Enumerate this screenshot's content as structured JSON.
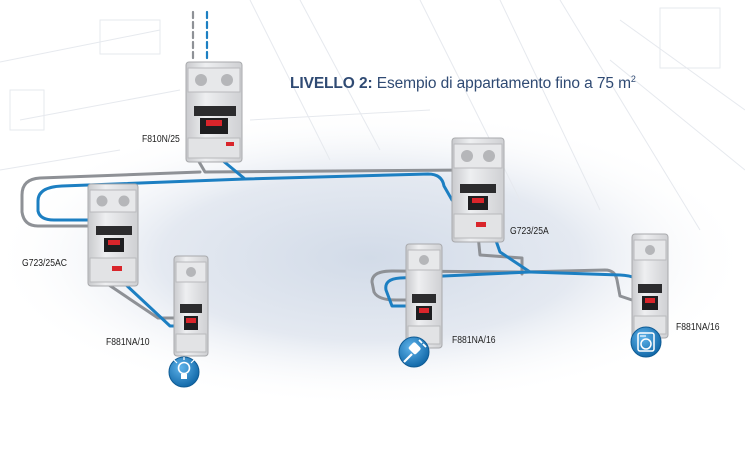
{
  "title": {
    "level": "LIVELLO 2:",
    "text": "Esempio di appartamento fino a 75 m",
    "sup": "2"
  },
  "devices": {
    "main_breaker": "F810N/25",
    "rcd_left": "G723/25AC",
    "rcd_right": "G723/25A",
    "mcb_light": "F881NA/10",
    "mcb_socket": "F881NA/16",
    "mcb_appliance": "F881NA/16"
  },
  "icons": {
    "light": "light-bulb-icon",
    "socket": "plug-icon",
    "appliance": "washing-machine-icon"
  },
  "colors": {
    "title": "#2f4a73",
    "wire_blue": "#1c7fc2",
    "wire_grey": "#8e9196",
    "device_body": "#dcdde0",
    "icon_bg": "#1f7fc4"
  }
}
